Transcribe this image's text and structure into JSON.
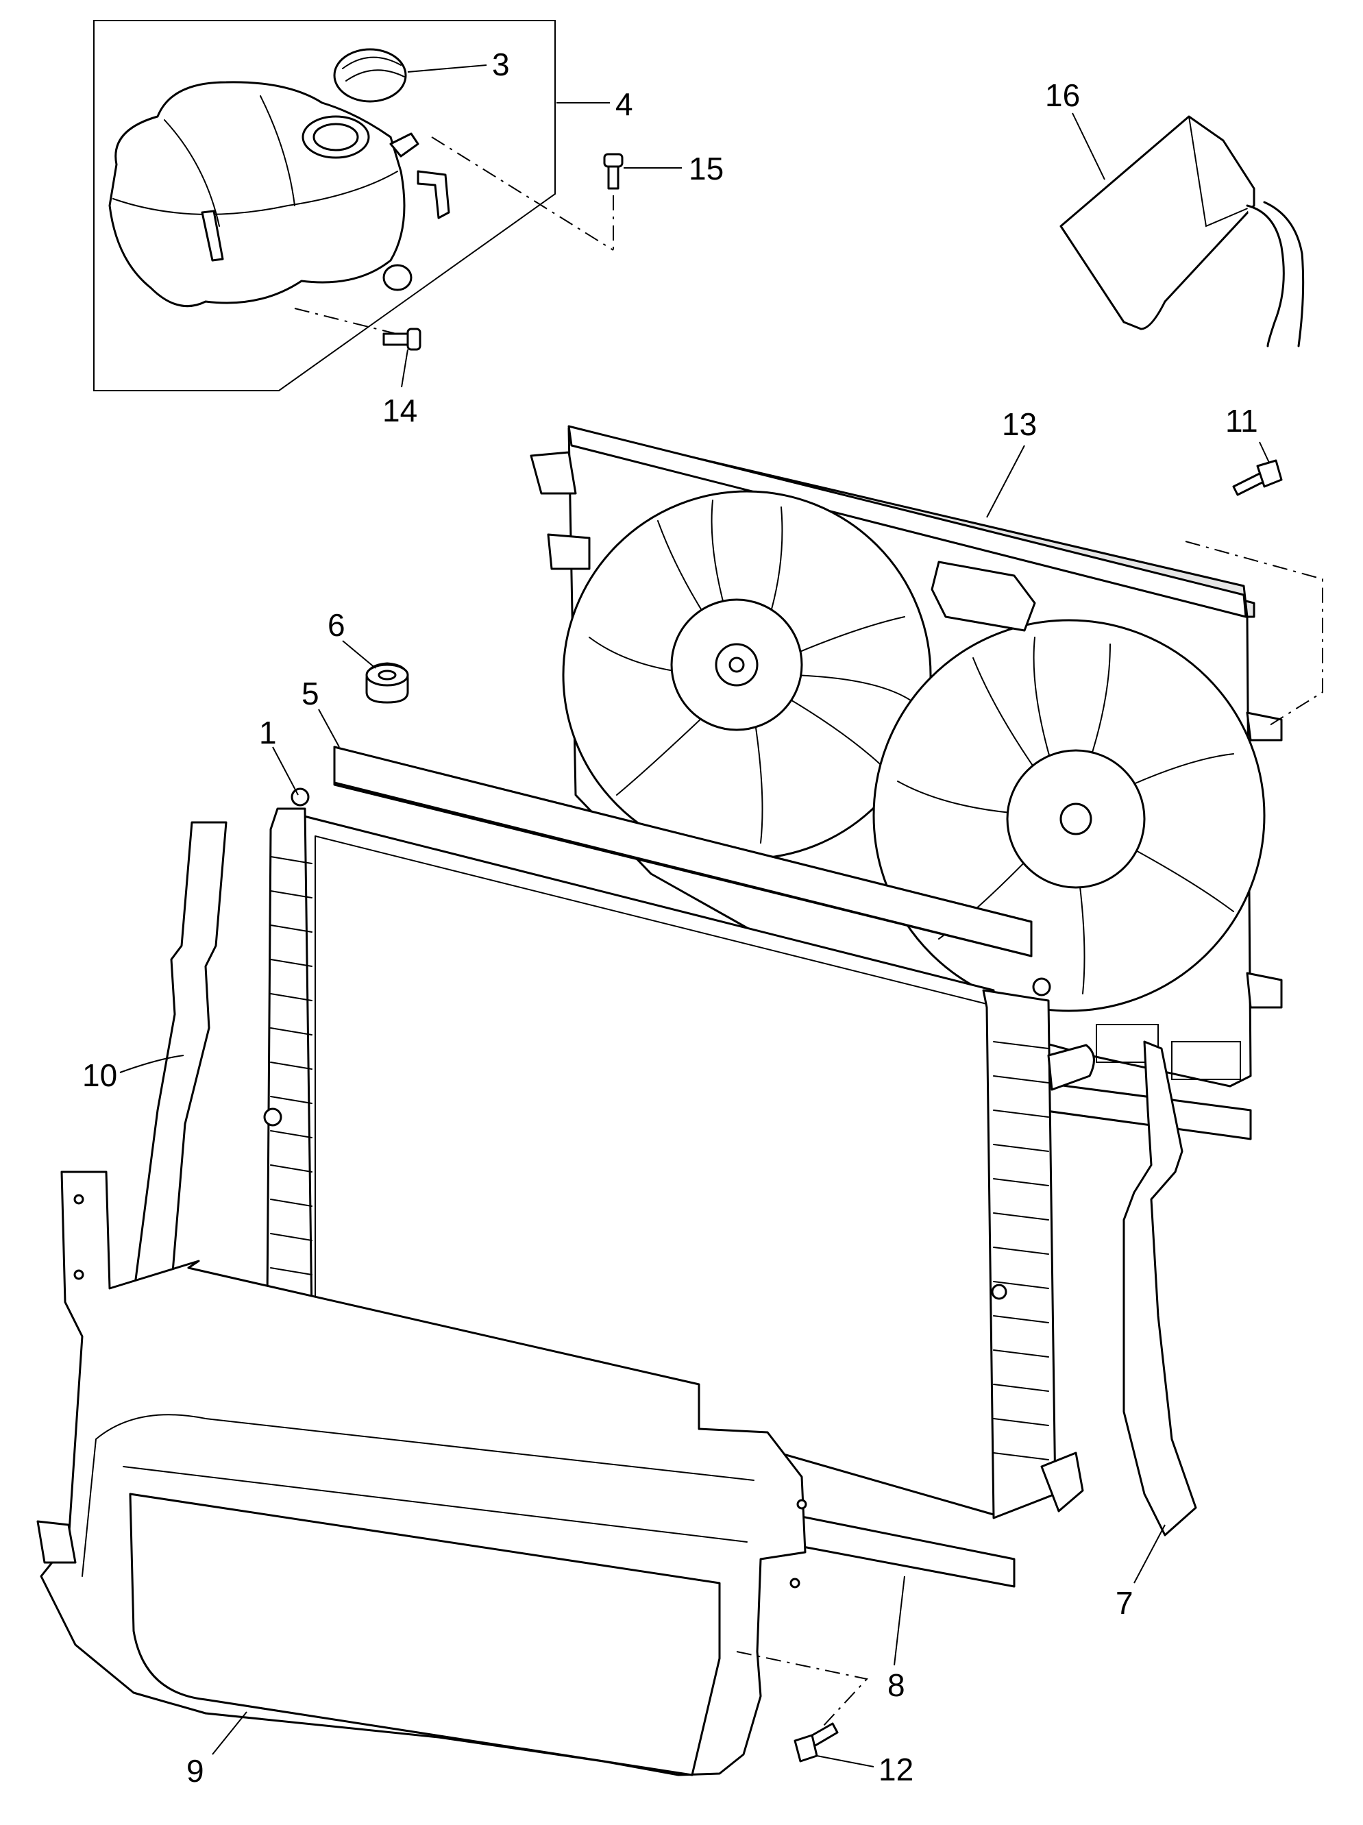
{
  "callouts": {
    "c1": "1",
    "c3": "3",
    "c4": "4",
    "c5": "5",
    "c6": "6",
    "c7": "7",
    "c8": "8",
    "c9": "9",
    "c10": "10",
    "c11": "11",
    "c12": "12",
    "c13": "13",
    "c14": "14",
    "c15": "15",
    "c16": "16"
  },
  "colors": {
    "line": "#000000",
    "background": "#ffffff",
    "shade": "#e6e6e6"
  }
}
